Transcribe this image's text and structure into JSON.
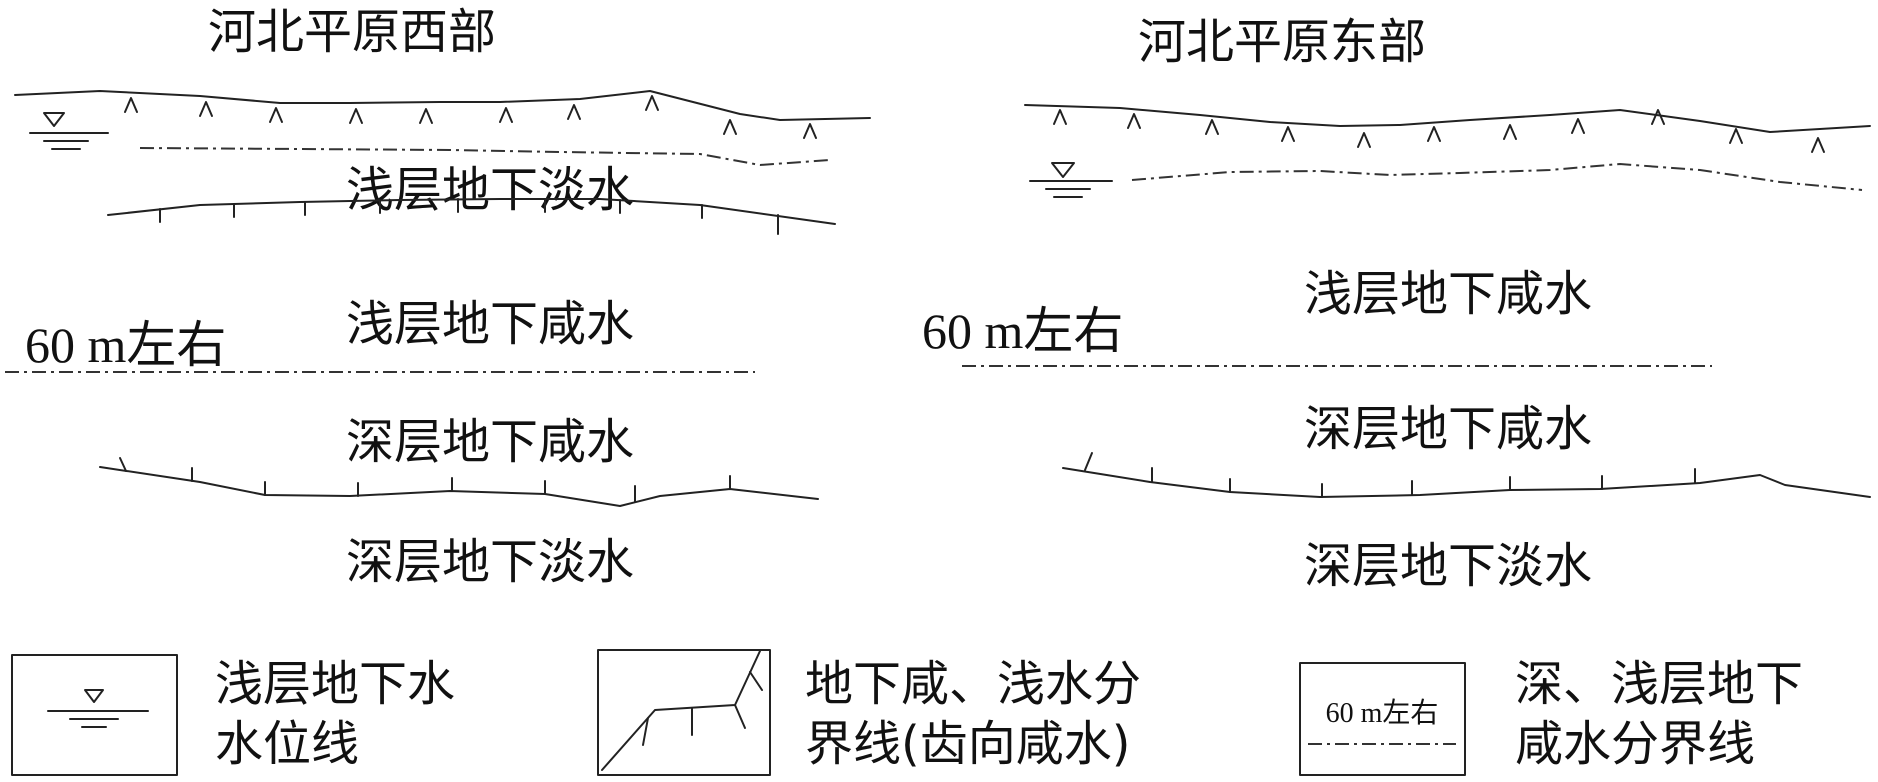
{
  "west": {
    "title": "河北平原西部",
    "shallow_fresh": "浅层地下淡水",
    "shallow_saline": "浅层地下咸水",
    "depth_label": "60 m左右",
    "deep_saline": "深层地下咸水",
    "deep_fresh": "深层地下淡水"
  },
  "east": {
    "title": "河北平原东部",
    "shallow_saline": "浅层地下咸水",
    "depth_label": "60 m左右",
    "deep_saline": "深层地下咸水",
    "deep_fresh": "深层地下淡水"
  },
  "legend": {
    "water_table": {
      "line1": "浅层地下水",
      "line2": "水位线"
    },
    "saline_fresh_boundary": {
      "line1": "地下咸、浅水分",
      "line2": "界线(齿向咸水)"
    },
    "deep_shallow_boundary": {
      "box_label": "60 m左右",
      "line1": "深、浅层地下",
      "line2": "咸水分界线"
    }
  }
}
